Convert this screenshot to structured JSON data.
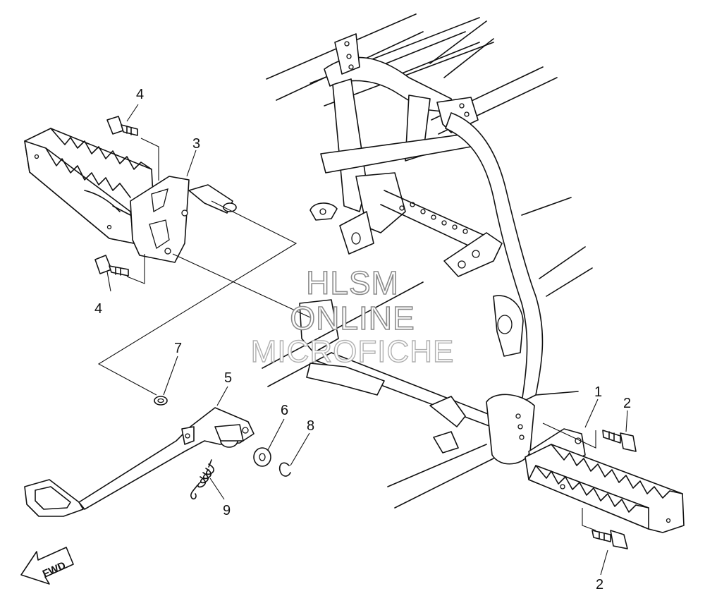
{
  "callouts": {
    "c1": "1",
    "c2a": "2",
    "c2b": "2",
    "c3": "3",
    "c4a": "4",
    "c4b": "4",
    "c5": "5",
    "c6": "6",
    "c7": "7",
    "c8": "8",
    "c9": "9"
  },
  "watermark": {
    "line1": "HLSM",
    "line2": "ONLINE",
    "line3": "MICROFICHE"
  },
  "direction": {
    "label": "FWD",
    "icon": "arrow-fwd-icon"
  },
  "colors": {
    "line": "#111111",
    "watermark": "#8a8a8a",
    "background": "#ffffff"
  }
}
